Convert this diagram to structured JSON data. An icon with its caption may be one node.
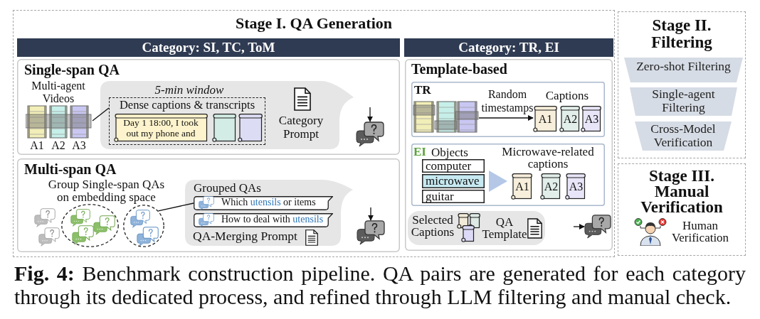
{
  "diagram": {
    "caption": "**Fig. 4:** Benchmark construction pipeline. QA pairs are generated for each category through its dedicated process, and refined through LLM filtering and manual check.",
    "nodes": [
      {
        "text": [
          "Stage I. QA Generation"
        ]
      },
      {
        "text": [
          "Category: SI, TC, ToM"
        ],
        "in": 0
      },
      {
        "text": [
          "Single-span QA"
        ],
        "in": 0
      },
      {
        "text": [
          "Multi-agent Videos",
          "A1",
          "A2",
          "A3"
        ],
        "in": 2
      },
      {
        "text": [
          "5-min window",
          "Category Prompt"
        ],
        "in": 2
      },
      {
        "text": [
          "Dense captions & transcripts"
        ],
        "in": 4
      },
      {
        "text": [
          "Day 1 18:00, I took out my phone and"
        ],
        "in": 5
      },
      {
        "text": [],
        "shape": "scroll",
        "in": 5
      },
      {
        "text": [],
        "shape": "scroll",
        "in": 5
      },
      {
        "text": [],
        "shape": "picture",
        "in": 2
      },
      {
        "text": [
          "Multi-span QA",
          "Group Single-span QAs on embedding space"
        ],
        "in": 0
      },
      {
        "text": [],
        "shape": "ellipse",
        "in": 10
      },
      {
        "text": [],
        "shape": "ellipse",
        "in": 10
      },
      {
        "text": [
          "Grouped QAs",
          "QA-Merging Prompt"
        ],
        "in": 10
      },
      {
        "text": [
          "Which **utensils** or items"
        ],
        "in": 13
      },
      {
        "text": [
          "How to deal with **utensils**"
        ],
        "in": 13
      },
      {
        "text": [],
        "shape": "picture",
        "in": 10
      },
      {
        "text": [
          "Category: TR, EI"
        ],
        "in": 0
      },
      {
        "text": [
          "Template-based"
        ],
        "in": 0
      },
      {
        "text": [
          "TR",
          "Captions"
        ],
        "in": 18
      },
      {
        "text": [],
        "shape": "picture",
        "in": 19
      },
      {
        "text": [
          "A1"
        ],
        "in": 19
      },
      {
        "text": [
          "A2"
        ],
        "in": 19
      },
      {
        "text": [
          "A3"
        ],
        "in": 19
      },
      {
        "text": [
          "EI",
          "Objects",
          "Microwave-related captions"
        ],
        "in": 18
      },
      {
        "text": [
          "computer"
        ],
        "in": 24
      },
      {
        "text": [
          "microwave"
        ],
        "in": 24
      },
      {
        "text": [
          "guitar"
        ],
        "in": 24
      },
      {
        "text": [
          "A1"
        ],
        "in": 24
      },
      {
        "text": [
          "A2"
        ],
        "in": 24
      },
      {
        "text": [
          "A3"
        ],
        "in": 24
      },
      {
        "text": [
          "Selected Captions",
          "QA Template"
        ],
        "in": 18
      },
      {
        "text": [],
        "shape": "picture",
        "in": 18
      },
      {
        "text": [
          "Stage II. Filtering"
        ]
      },
      {
        "text": [
          "Zero-shot Filtering"
        ],
        "in": 33
      },
      {
        "text": [
          "Single-agent Filtering"
        ],
        "in": 33
      },
      {
        "text": [
          "Cross-Model Verification"
        ],
        "in": 33
      },
      {
        "text": [
          "Stage III. Manual Verification",
          "Human Verification"
        ]
      }
    ],
    "edges": [
      {
        "from": 3,
        "to": 5,
        "arrow": "none"
      },
      {
        "from": null,
        "to": 9,
        "arrow": "to"
      },
      {
        "from": 12,
        "to": 14,
        "arrow": "none"
      },
      {
        "from": null,
        "to": 16,
        "arrow": "to"
      },
      {
        "from": 20,
        "to": 21,
        "arrow": "to",
        "label": "Random timestamps"
      },
      {
        "from": 26,
        "to": 28,
        "arrow": "to",
        "color": "#b4c7e7"
      },
      {
        "from": null,
        "to": 32,
        "arrow": "to"
      }
    ]
  }
}
